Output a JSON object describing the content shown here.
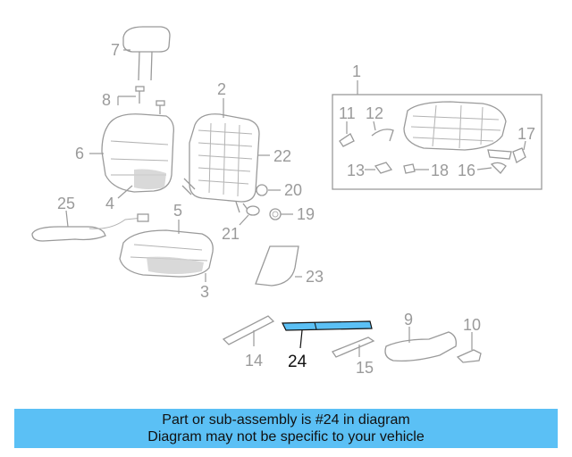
{
  "diagram": {
    "highlight_color": "#5bc0f5",
    "callouts": {
      "c1": "1",
      "c2": "2",
      "c3": "3",
      "c4": "4",
      "c5": "5",
      "c6": "6",
      "c7": "7",
      "c8": "8",
      "c9": "9",
      "c10": "10",
      "c11": "11",
      "c12": "12",
      "c13": "13",
      "c14": "14",
      "c15": "15",
      "c16": "16",
      "c17": "17",
      "c18": "18",
      "c19": "19",
      "c20": "20",
      "c21": "21",
      "c22": "22",
      "c23": "23",
      "c24": "24",
      "c25": "25"
    }
  },
  "banner": {
    "line1": "Part or sub-assembly is #24 in diagram",
    "line2": "Diagram may not be specific to your vehicle",
    "background": "#5bc0f5"
  }
}
